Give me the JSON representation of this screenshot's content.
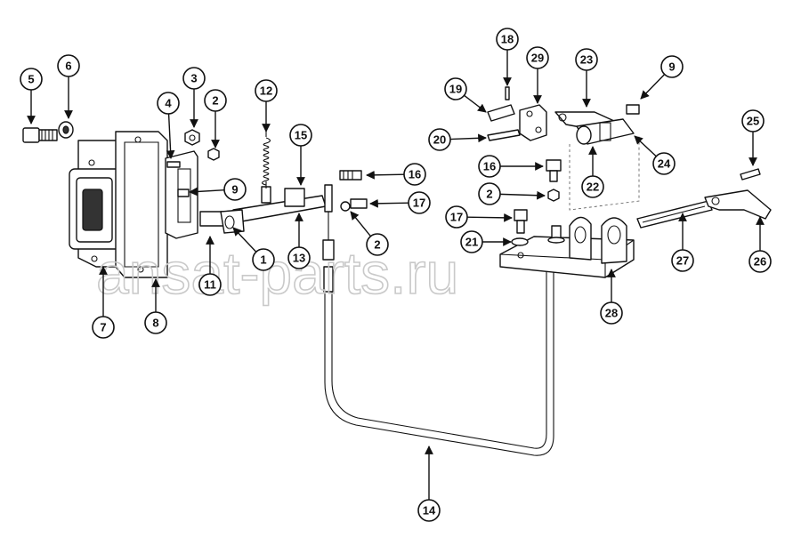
{
  "watermark": "ansat-parts.ru",
  "callouts": [
    {
      "id": "c1",
      "label": "1"
    },
    {
      "id": "c2a",
      "label": "2"
    },
    {
      "id": "c2b",
      "label": "2"
    },
    {
      "id": "c2c",
      "label": "2"
    },
    {
      "id": "c3",
      "label": "3"
    },
    {
      "id": "c4",
      "label": "4"
    },
    {
      "id": "c5",
      "label": "5"
    },
    {
      "id": "c6",
      "label": "6"
    },
    {
      "id": "c7",
      "label": "7"
    },
    {
      "id": "c8",
      "label": "8"
    },
    {
      "id": "c9a",
      "label": "9"
    },
    {
      "id": "c9b",
      "label": "9"
    },
    {
      "id": "c11",
      "label": "11"
    },
    {
      "id": "c12",
      "label": "12"
    },
    {
      "id": "c13",
      "label": "13"
    },
    {
      "id": "c14",
      "label": "14"
    },
    {
      "id": "c15",
      "label": "15"
    },
    {
      "id": "c16a",
      "label": "16"
    },
    {
      "id": "c16b",
      "label": "16"
    },
    {
      "id": "c17a",
      "label": "17"
    },
    {
      "id": "c17b",
      "label": "17"
    },
    {
      "id": "c18",
      "label": "18"
    },
    {
      "id": "c19",
      "label": "19"
    },
    {
      "id": "c20",
      "label": "20"
    },
    {
      "id": "c21",
      "label": "21"
    },
    {
      "id": "c22",
      "label": "22"
    },
    {
      "id": "c23",
      "label": "23"
    },
    {
      "id": "c24",
      "label": "24"
    },
    {
      "id": "c25",
      "label": "25"
    },
    {
      "id": "c26",
      "label": "26"
    },
    {
      "id": "c27",
      "label": "27"
    },
    {
      "id": "c28",
      "label": "28"
    },
    {
      "id": "c29",
      "label": "29"
    }
  ]
}
